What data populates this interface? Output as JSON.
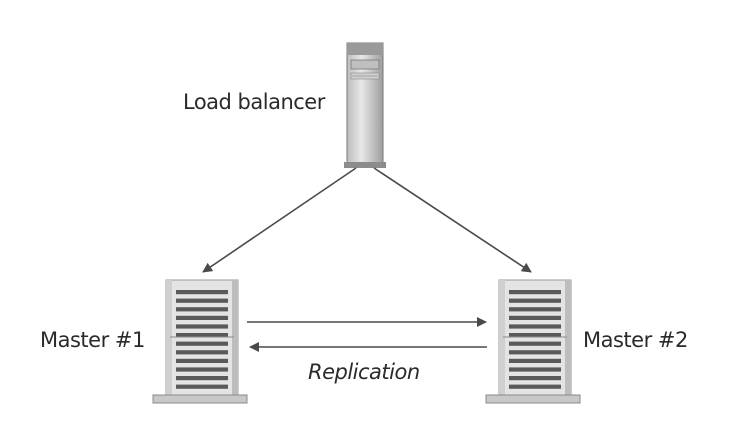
{
  "diagram": {
    "nodes": {
      "load_balancer": {
        "label": "Load balancer",
        "icon": "tower-server-icon"
      },
      "master1": {
        "label": "Master #1",
        "icon": "rack-server-icon"
      },
      "master2": {
        "label": "Master #2",
        "icon": "rack-server-icon"
      }
    },
    "edges": [
      {
        "from": "load_balancer",
        "to": "master1"
      },
      {
        "from": "load_balancer",
        "to": "master2"
      },
      {
        "from": "master1",
        "to": "master2",
        "label": ""
      },
      {
        "from": "master2",
        "to": "master1",
        "label": "Replication"
      }
    ],
    "replication_label": "Replication",
    "colors": {
      "line": "#4a4a4a",
      "server_face": "#e6e6e6",
      "server_shadow": "#a8a8a8",
      "slot": "#5a5a5a"
    }
  }
}
